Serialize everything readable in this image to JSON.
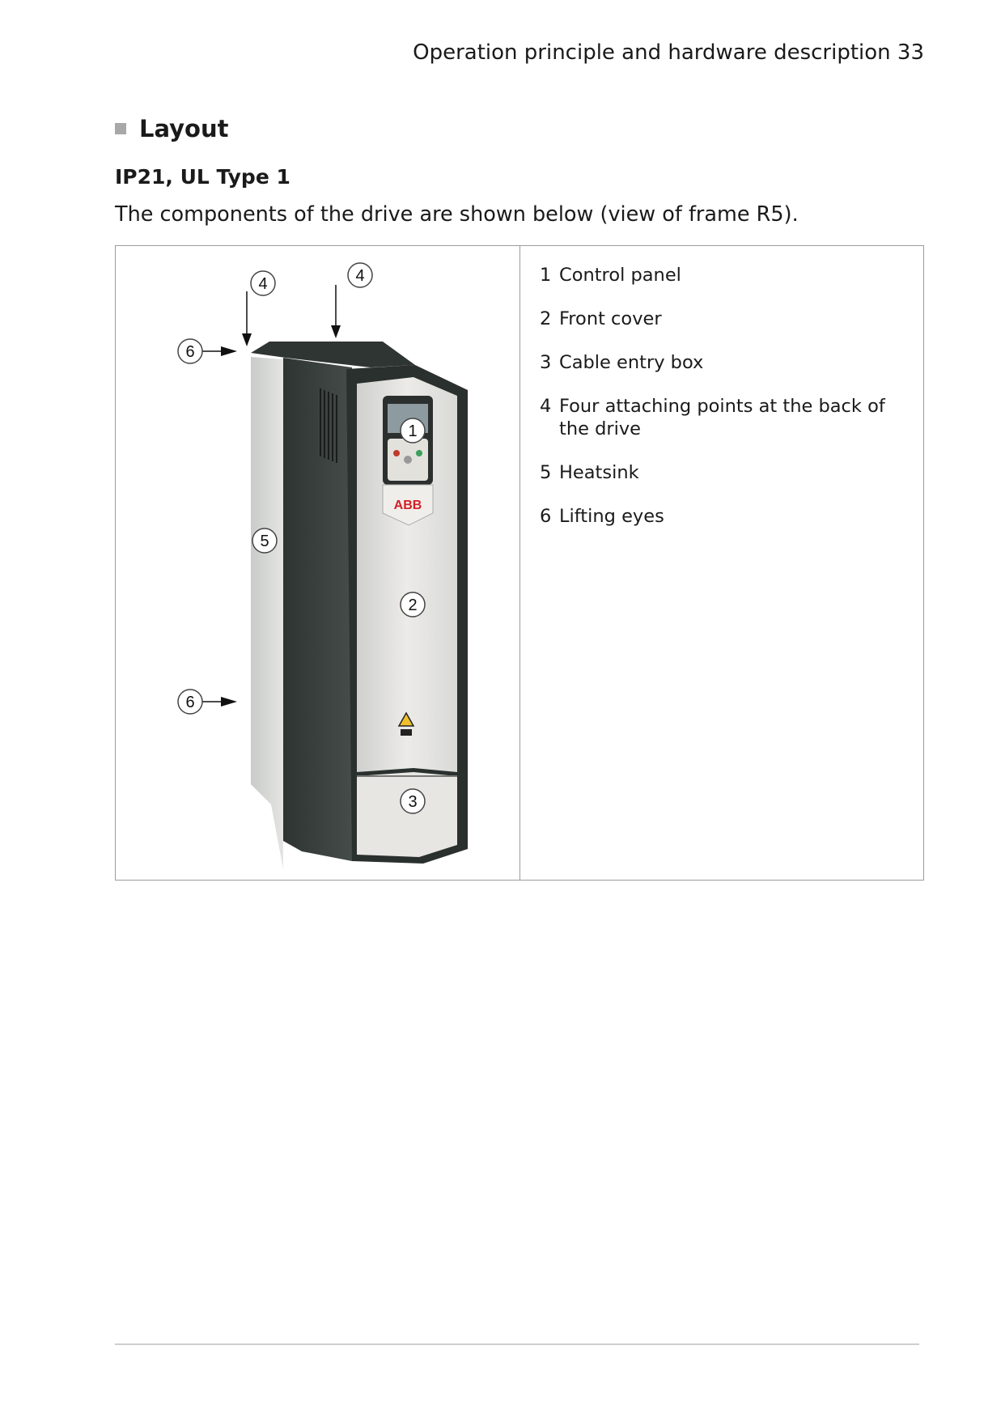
{
  "header": {
    "running_title": "Operation principle and hardware description 33"
  },
  "section": {
    "title": "Layout"
  },
  "subsection": {
    "title": "IP21, UL Type 1"
  },
  "intro_text": "The components of the drive are shown below (view of frame R5).",
  "figure": {
    "callouts": {
      "control_panel": "1",
      "front_cover": "2",
      "cable_entry_box": "3",
      "attach_left": "4",
      "attach_right": "4",
      "heatsink": "5",
      "lifting_eye_top": "6",
      "lifting_eye_bottom": "6"
    },
    "logo": "ABB"
  },
  "legend": [
    {
      "num": "1",
      "text": "Control panel"
    },
    {
      "num": "2",
      "text": "Front cover"
    },
    {
      "num": "3",
      "text": "Cable entry box"
    },
    {
      "num": "4",
      "text": "Four attaching points at the back of the drive"
    },
    {
      "num": "5",
      "text": "Heatsink"
    },
    {
      "num": "6",
      "text": "Lifting eyes"
    }
  ]
}
